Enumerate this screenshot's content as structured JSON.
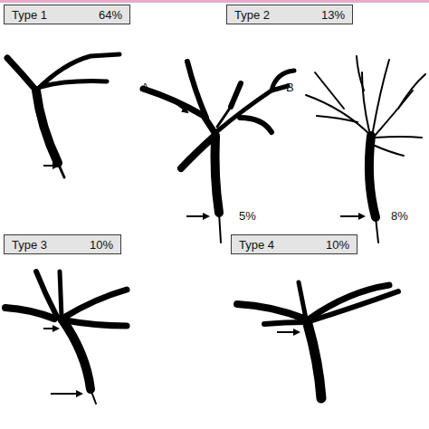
{
  "diagram": {
    "nodes": [
      {
        "text": [
          "Type 1",
          "64%"
        ]
      },
      {
        "text": [
          "Type 2",
          "13%"
        ]
      },
      {
        "text": [
          "Type 3",
          "10%"
        ]
      },
      {
        "text": [
          "Type 4",
          "10%"
        ]
      }
    ],
    "labels": [
      "A",
      "5%",
      "B",
      "8%"
    ]
  }
}
